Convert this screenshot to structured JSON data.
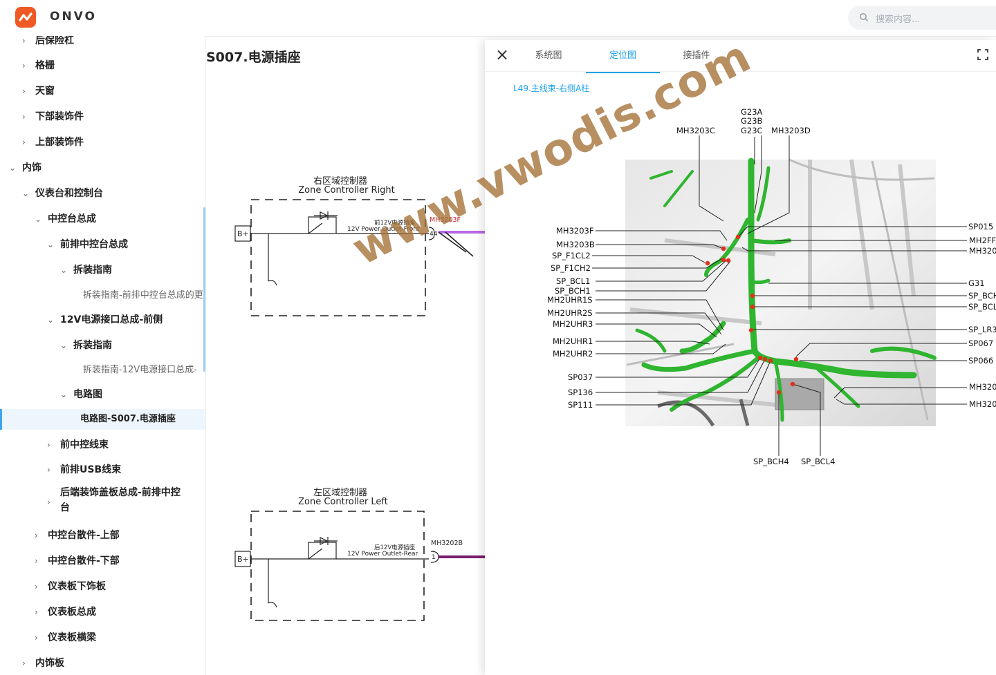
{
  "app": {
    "brand": "ONVO"
  },
  "search": {
    "placeholder": "搜索内容..."
  },
  "sidebar": {
    "items": [
      {
        "label": "后保险杠",
        "arrow": "›"
      },
      {
        "label": "格栅",
        "arrow": "›"
      },
      {
        "label": "天窗",
        "arrow": "›"
      },
      {
        "label": "下部装饰件",
        "arrow": "›"
      },
      {
        "label": "上部装饰件",
        "arrow": "›"
      },
      {
        "label": "内饰",
        "arrow": "⌄"
      },
      {
        "label": "仪表台和控制台",
        "arrow": "⌄"
      },
      {
        "label": "中控台总成",
        "arrow": "⌄"
      },
      {
        "label": "前排中控台总成",
        "arrow": "⌄"
      },
      {
        "label": "拆装指南",
        "arrow": "⌄"
      },
      {
        "label": "拆装指南-前排中控台总成的更"
      },
      {
        "label": "12V电源接口总成-前侧",
        "arrow": "⌄"
      },
      {
        "label": "拆装指南",
        "arrow": "⌄"
      },
      {
        "label": "拆装指南-12V电源接口总成-"
      },
      {
        "label": "电路图",
        "arrow": "⌄"
      },
      {
        "label": "电路图-S007.电源插座"
      },
      {
        "label": "前中控线束",
        "arrow": "›"
      },
      {
        "label": "前排USB线束",
        "arrow": "›"
      },
      {
        "label": "后端装饰盖板总成-前排中控",
        "label2": "台",
        "arrow": "›"
      },
      {
        "label": "中控台散件-上部",
        "arrow": "›"
      },
      {
        "label": "中控台散件-下部",
        "arrow": "›"
      },
      {
        "label": "仪表板下饰板",
        "arrow": "›"
      },
      {
        "label": "仪表板总成",
        "arrow": "›"
      },
      {
        "label": "仪表板横梁",
        "arrow": "›"
      },
      {
        "label": "内饰板",
        "arrow": "›"
      }
    ]
  },
  "document": {
    "title": "S007.电源插座",
    "right_ctrl_cn": "右区域控制器",
    "right_ctrl_en": "Zone Controller Right",
    "right_outlet_cn": "前12V电源插座",
    "right_outlet_en": "12V Power Outlet-Front",
    "right_connector": "MH3203F",
    "right_pin": "44",
    "left_ctrl_cn": "左区域控制器",
    "left_ctrl_en": "Zone Controller Left",
    "left_outlet_cn": "后12V电源插座",
    "left_outlet_en": "12V Power Outlet-Rear",
    "left_connector": "MH3202B",
    "left_pin": "1",
    "bplus": "B+"
  },
  "watermark": "www.vwodis.com",
  "panel": {
    "close_icon": "×",
    "tabs": [
      "系统图",
      "定位图",
      "接插件"
    ],
    "active_tab": 1,
    "breadcrumb": "L49.主线束-右侧A柱",
    "labels": {
      "top_g23a": "G23A",
      "top_g23b": "G23B",
      "top_g23c": "G23C",
      "top_mh3203c": "MH3203C",
      "top_mh3203d": "MH3203D",
      "left": [
        "MH3203F",
        "MH3203B",
        "SP_F1CL2",
        "SP_F1CH2",
        "SP_BCL1",
        "SP_BCH1",
        "MH2UHR1S",
        "MH2UHR2S",
        "MH2UHR3",
        "MH2UHR1",
        "MH2UHR2",
        "SP037",
        "SP136",
        "SP111"
      ],
      "right": [
        "SP015",
        "MH2FF",
        "MH320",
        "G31",
        "SP_BCH",
        "SP_BCL",
        "SP_LR3",
        "SP067",
        "SP066",
        "MH320",
        "MH320"
      ],
      "bottom": [
        "SP_BCH4",
        "SP_BCL4"
      ]
    }
  }
}
